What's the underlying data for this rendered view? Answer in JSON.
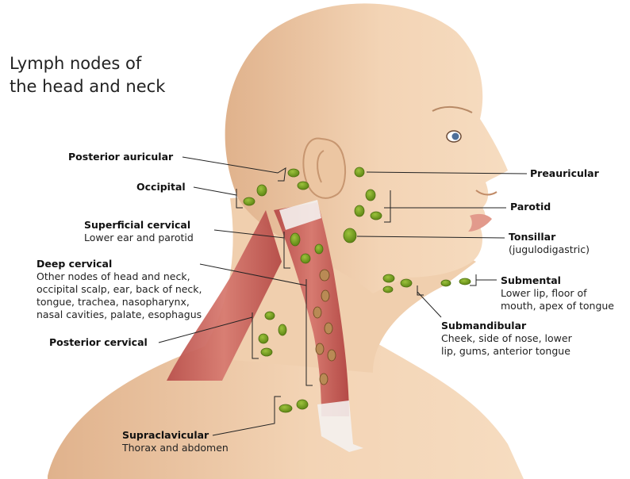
{
  "title_line1": "Lymph nodes of",
  "title_line2": "the head and neck",
  "labels": {
    "posterior_auricular": {
      "name": "Posterior auricular"
    },
    "occipital": {
      "name": "Occipital"
    },
    "superficial_cervical": {
      "name": "Superficial cervical",
      "desc": "Lower ear and parotid"
    },
    "deep_cervical": {
      "name": "Deep cervical",
      "desc_lines": [
        "Other nodes of head and neck,",
        "occipital scalp, ear, back of neck,",
        "tongue, trachea, nasopharynx,",
        "nasal cavities, palate, esophagus"
      ]
    },
    "posterior_cervical": {
      "name": "Posterior cervical"
    },
    "supraclavicular": {
      "name": "Supraclavicular",
      "desc": "Thorax and abdomen"
    },
    "preauricular": {
      "name": "Preauricular"
    },
    "parotid": {
      "name": "Parotid"
    },
    "tonsillar": {
      "name": "Tonsillar",
      "desc": "(jugulodigastric)"
    },
    "submental": {
      "name": "Submental",
      "desc_lines": [
        "Lower lip, floor of",
        "mouth, apex of tongue"
      ]
    },
    "submandibular": {
      "name": "Submandibular",
      "desc_lines": [
        "Cheek, side of nose, lower",
        "lip, gums, anterior tongue"
      ]
    }
  },
  "colors": {
    "skin": "#f2d3b3",
    "skin_shade": "#e2b48e",
    "muscle": "#c9615b",
    "node": "#6f9a1c",
    "node_dark": "#4d6e10"
  }
}
